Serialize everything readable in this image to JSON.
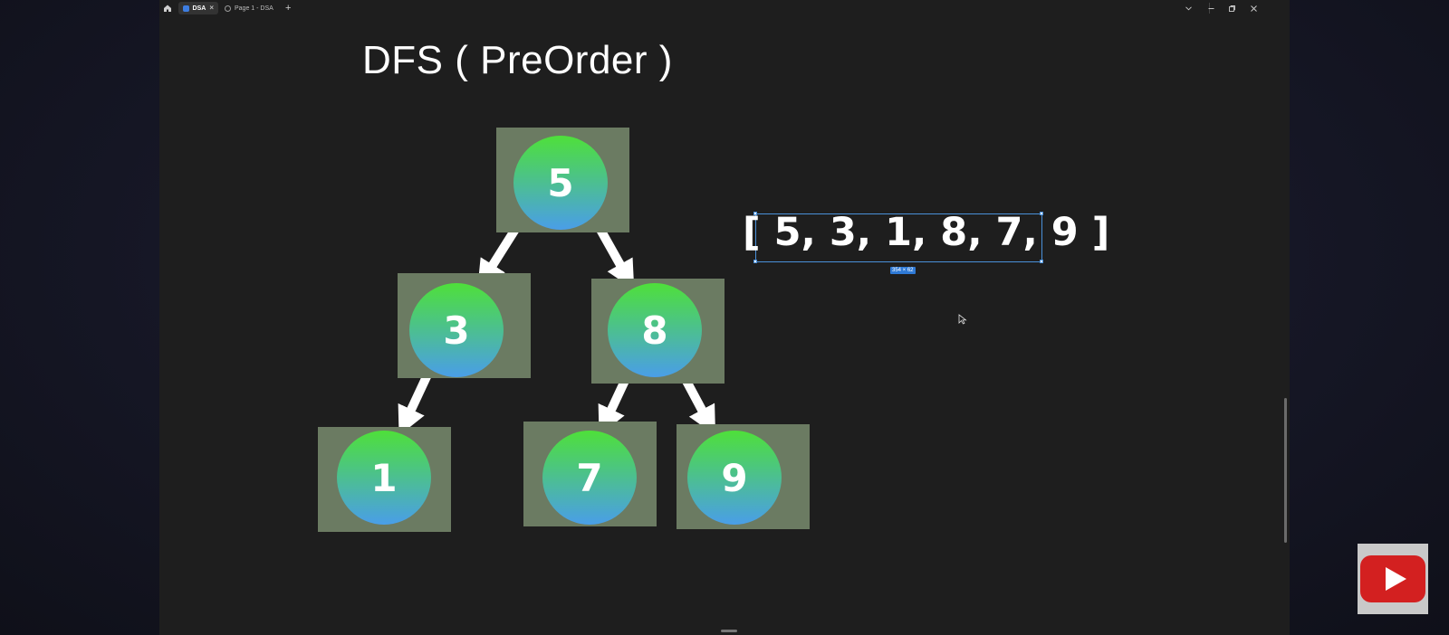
{
  "tabs": [
    {
      "label": "DSA",
      "active": true,
      "icon": "figma-file-icon"
    },
    {
      "label": "Page 1 - DSA",
      "active": false,
      "icon": "page-icon"
    }
  ],
  "slide": {
    "title": "DFS ( PreOrder )"
  },
  "tree": {
    "nodes": [
      {
        "id": "n5",
        "value": "5"
      },
      {
        "id": "n3",
        "value": "3"
      },
      {
        "id": "n8",
        "value": "8"
      },
      {
        "id": "n1",
        "value": "1"
      },
      {
        "id": "n7",
        "value": "7"
      },
      {
        "id": "n9",
        "value": "9"
      }
    ],
    "edges": [
      {
        "from": "5",
        "to": "3"
      },
      {
        "from": "5",
        "to": "8"
      },
      {
        "from": "3",
        "to": "1"
      },
      {
        "from": "8",
        "to": "7"
      },
      {
        "from": "8",
        "to": "9"
      }
    ]
  },
  "result": {
    "text": "[ 5, 3, 1, 8, 7, 9 ]",
    "selection_size_label": "354 × 62"
  },
  "colors": {
    "canvas": "#1e1e1e",
    "node_box": "#6b7b62",
    "node_gradient_top": "#4ee03a",
    "node_gradient_bottom": "#4a9ee8",
    "selection": "#4a90d9",
    "youtube_red": "#d32020"
  },
  "icons": [
    "home-icon",
    "figma-file-icon",
    "page-icon",
    "close-icon",
    "plus-icon",
    "chevron-down-icon",
    "minimize-icon",
    "restore-icon",
    "close-window-icon",
    "cursor-icon",
    "youtube-play-icon"
  ]
}
